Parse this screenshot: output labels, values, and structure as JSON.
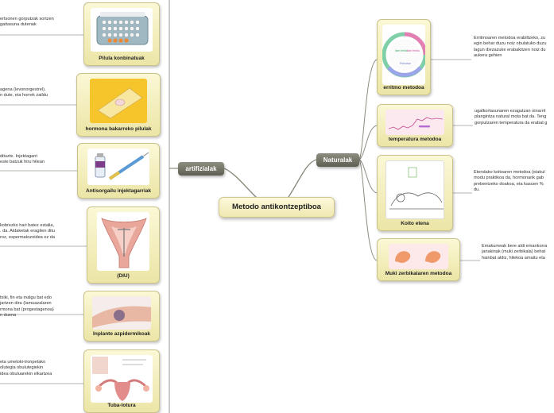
{
  "central": {
    "label": "Metodo antikontzeptiboa"
  },
  "branches": {
    "left": "artifizialak",
    "right": "Naturalak"
  },
  "left_nodes": [
    {
      "caption": "Pilula konbinatuak",
      "note": [
        "ertsonen gorputzak sortzen",
        "gaitasuna dutenak"
      ]
    },
    {
      "caption": "hormona bakarreko pilulak",
      "note": [
        "agena (levonorgestrel).",
        "n dute, eta horrek zaildu"
      ]
    },
    {
      "caption": "Antisorgailu injektagarriak",
      "note": [
        "dituzte. Injektagarri",
        "este batzuk hiru hilean"
      ]
    },
    {
      "caption": "(DIU)",
      "note": [
        "kobrezko hari batez estalia,",
        ". da. Aldaketak eragiten ditu",
        "roz, espermatozoidea ez da"
      ]
    },
    {
      "caption": "Inplante azpidermikoak",
      "note": [
        "txiki, fin eta malgu bat edo",
        "jartzen dira (lamuazalaren",
        "rmona bat (progestagenoa)",
        "n duena"
      ]
    },
    {
      "caption": "Tuba-lotura",
      "note": [
        "eta umetoki-tronpetako",
        "olutegia obulutegiekin",
        "idea obuluarekin elkartzea"
      ]
    }
  ],
  "right_nodes": [
    {
      "caption": "erritmo metodoa",
      "note": [
        "Erritmoaren metodoa erabiltzeko, zu",
        "egin behar duzu noiz obulatuko duzu",
        "lagun diezazuke erabakitzen noiz du",
        "aukera gehien"
      ],
      "wheel_labels": [
        "Ikeri fertila",
        "Ikeri fertila",
        "Periodoa"
      ]
    },
    {
      "caption": "temperatura metodoa",
      "note": [
        "ugalkortasunaren ezagutzan oinarrit",
        "plangintza natural mota bat da. Teng",
        "gorputzaren temperatura da erabat g"
      ]
    },
    {
      "caption": "Koito etena",
      "note": [
        "Etendako koitoaren metodoa (eiakul",
        "modu praktikoa da, hormonarik gab",
        "prebentzeko doakoa, eta kasuen %",
        "du."
      ]
    },
    {
      "caption": "Muki zerbikalaren metodoa",
      "note": [
        "Emakumeak bere aldi emankorra",
        "jariakinak (muki zerbikala) behat",
        "hainbat aldiz, hilekoa amaitu eta"
      ]
    }
  ],
  "colors": {
    "node_fill": "#f3eebe",
    "branch_fill": "#6f6f63",
    "link": "#8c8c80"
  }
}
